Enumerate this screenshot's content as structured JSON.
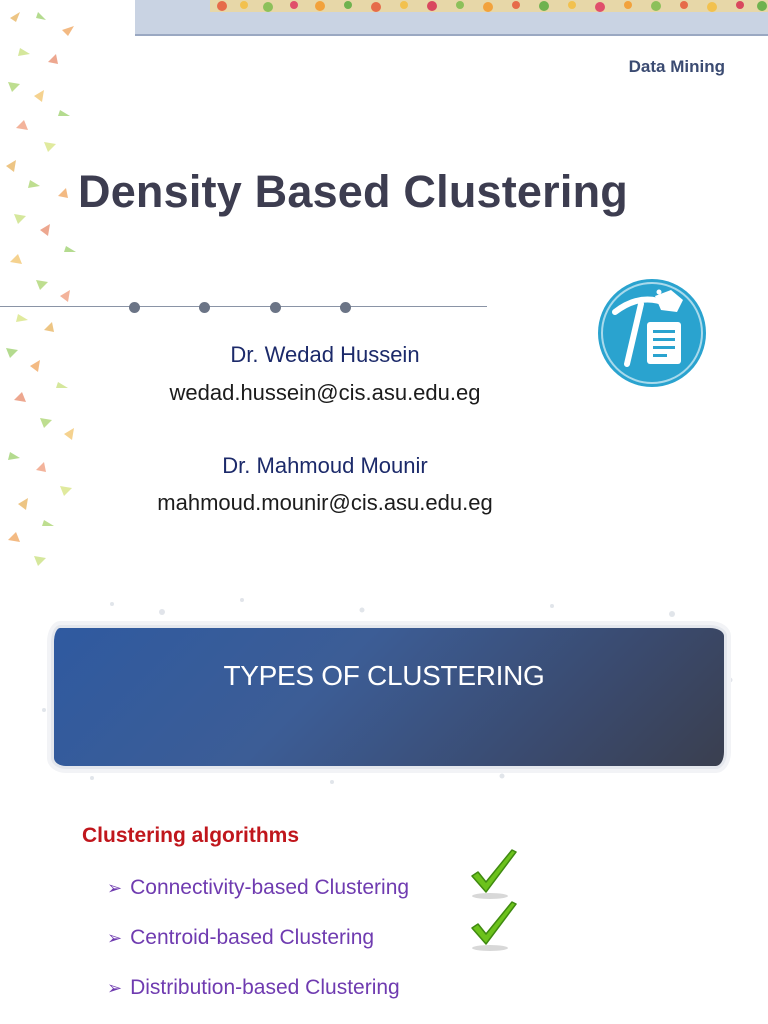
{
  "slide1": {
    "course_label": "Data Mining",
    "title": "Density Based Clustering",
    "authors": [
      {
        "name": "Dr. Wedad Hussein",
        "email": "wedad.hussein@cis.asu.edu.eg"
      },
      {
        "name": "Dr. Mahmoud Mounir",
        "email": "mahmoud.mounir@cis.asu.edu.eg"
      }
    ],
    "logo_icon": "pickaxe-document-icon"
  },
  "slide2": {
    "banner_title": "TYPES OF CLUSTERING",
    "section_label": "Clustering algorithms",
    "items": [
      {
        "label": "Connectivity-based Clustering",
        "checked": true
      },
      {
        "label": "Centroid-based Clustering",
        "checked": true
      },
      {
        "label": "Distribution-based Clustering",
        "checked": false
      }
    ]
  },
  "colors": {
    "title": "#3d3d50",
    "header_label": "#3b4b72",
    "section_label": "#c0161c",
    "list_item": "#6f3bb0",
    "banner": "#2f5aa0",
    "logo": "#2aa3cf",
    "check": "#6cc21c"
  }
}
